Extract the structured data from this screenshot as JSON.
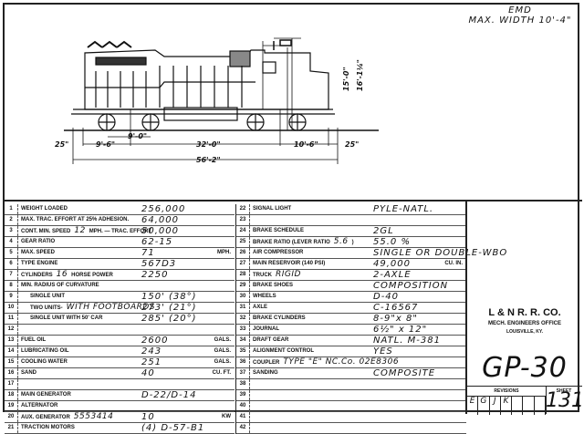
{
  "header": {
    "maker": "EMD",
    "max_width": "MAX. WIDTH 10'-4\""
  },
  "dimensions": {
    "overhang_left": "25\"",
    "truck_a": "9'-6\"",
    "axle_spacing": "9'-0\"",
    "truck_centers": "32'-0\"",
    "truck_b": "10'-6\"",
    "overhang_right": "25\"",
    "overall_length": "56'-2\"",
    "height_cab": "15'-0\"",
    "height_total": "16'-1¼\""
  },
  "specs_left": [
    {
      "n": "1",
      "label": "WEIGHT LOADED",
      "value": "256,000"
    },
    {
      "n": "2",
      "label": "MAX. TRAC. EFFORT AT 25% ADHESION.",
      "value": "64,000"
    },
    {
      "n": "3",
      "label": "CONT. MIN. SPEED",
      "hand": "12",
      "label2": "MPH. — TRAC. EFFORT",
      "value": "50,000"
    },
    {
      "n": "4",
      "label": "GEAR RATIO",
      "value": "62-15"
    },
    {
      "n": "5",
      "label": "MAX. SPEED",
      "value": "71",
      "unit": "MPH."
    },
    {
      "n": "6",
      "label": "TYPE ENGINE",
      "value": "567D3"
    },
    {
      "n": "7",
      "label": "CYLINDERS",
      "hand": "16",
      "label2": "HORSE POWER",
      "value": "2250"
    },
    {
      "n": "8",
      "label": "MIN. RADIUS OF CURVATURE"
    },
    {
      "n": "9",
      "label": "      SINGLE UNIT",
      "value": "150' (38°)"
    },
    {
      "n": "10",
      "label": "      TWO UNITS-",
      "hand": "WITH FOOTBOARDS",
      "value": "273' (21°)"
    },
    {
      "n": "11",
      "label": "      SINGLE UNIT WITH 50' CAR",
      "value": "285' (20°)"
    },
    {
      "n": "12",
      "label": ""
    },
    {
      "n": "13",
      "label": "FUEL OIL",
      "value": "2600",
      "unit": "GALS."
    },
    {
      "n": "14",
      "label": "LUBRICATING OIL",
      "value": "243",
      "unit": "GALS."
    },
    {
      "n": "15",
      "label": "COOLING WATER",
      "value": "251",
      "unit": "GALS."
    },
    {
      "n": "16",
      "label": "SAND",
      "value": "40",
      "unit": "CU. FT."
    },
    {
      "n": "17",
      "label": ""
    },
    {
      "n": "18",
      "label": "MAIN GENERATOR",
      "value": "D-22/D-14"
    },
    {
      "n": "19",
      "label": "ALTERNATOR"
    },
    {
      "n": "20",
      "label": "AUX. GENERATOR",
      "hand": "5553414",
      "value": "10",
      "unit": "KW"
    },
    {
      "n": "21",
      "label": "TRACTION MOTORS",
      "value": "(4) D-57-B1"
    }
  ],
  "specs_right": [
    {
      "n": "22",
      "label": "SIGNAL LIGHT",
      "value": "PYLE-NATL."
    },
    {
      "n": "23",
      "label": ""
    },
    {
      "n": "24",
      "label": "BRAKE SCHEDULE",
      "value": "2GL"
    },
    {
      "n": "25",
      "label": "BRAKE RATIO (LEVER RATIO",
      "hand": "5.6",
      "label2": ")",
      "value": "55.0 %"
    },
    {
      "n": "26",
      "label": "AIR COMPRESSOR",
      "value": "SINGLE OR DOUBLE-WBO"
    },
    {
      "n": "27",
      "label": "MAIN RESERVOIR (140 PSI)",
      "value": "49,000",
      "unit": "CU. IN."
    },
    {
      "n": "28",
      "label": "TRUCK",
      "hand": "RIGID",
      "value": "2-AXLE"
    },
    {
      "n": "29",
      "label": "BRAKE SHOES",
      "value": "COMPOSITION"
    },
    {
      "n": "30",
      "label": "WHEELS",
      "value": "D-40"
    },
    {
      "n": "31",
      "label": "AXLE",
      "value": "C-16567"
    },
    {
      "n": "32",
      "label": "BRAKE CYLINDERS",
      "value": "8-9\"x 8\""
    },
    {
      "n": "33",
      "label": "JOURNAL",
      "value": "6½\" x 12\""
    },
    {
      "n": "34",
      "label": "DRAFT GEAR",
      "value": "NATL. M-381"
    },
    {
      "n": "35",
      "label": "ALIGNMENT CONTROL",
      "value": "YES"
    },
    {
      "n": "36",
      "label": "COUPLER",
      "hand": "TYPE \"E\" NC.Co. 02E8306"
    },
    {
      "n": "37",
      "label": "SANDING",
      "value": "COMPOSITE"
    },
    {
      "n": "38",
      "label": ""
    },
    {
      "n": "39",
      "label": ""
    },
    {
      "n": "40",
      "label": ""
    },
    {
      "n": "41",
      "label": ""
    },
    {
      "n": "42",
      "label": ""
    }
  ],
  "title_block": {
    "company": "L & N R. R. CO.",
    "office": "MECH. ENGINEERS OFFICE",
    "city": "LOUISVILLE, KY.",
    "model": "GP-30",
    "revisions_label": "REVISIONS",
    "revisions": [
      "E",
      "G",
      "J",
      "K",
      "",
      "",
      ""
    ],
    "sheet_label": "SHEET",
    "sheet": "131"
  }
}
